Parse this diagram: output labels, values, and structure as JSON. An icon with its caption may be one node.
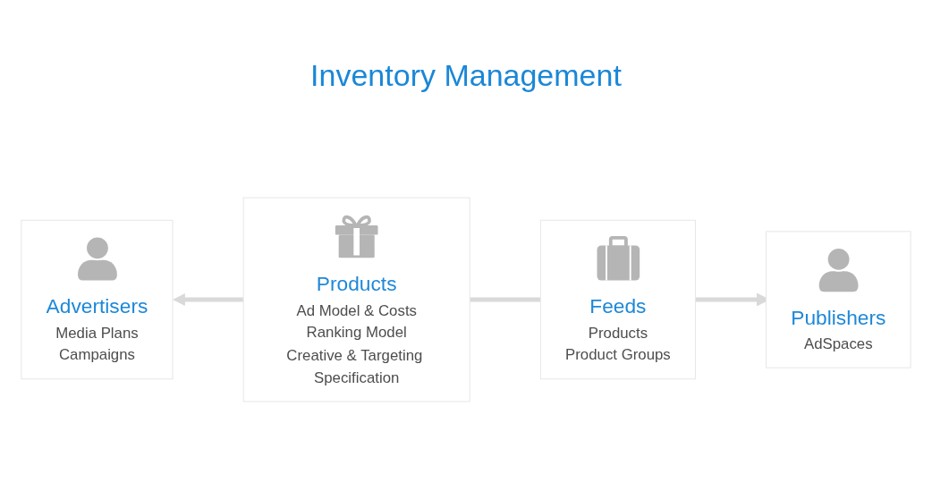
{
  "diagram": {
    "title": "Inventory Management",
    "nodes": [
      {
        "text": [
          "Advertisers",
          "Media Plans",
          "Campaigns"
        ]
      },
      {
        "text": [
          "Products",
          "Ad Model & Costs",
          "Ranking Model",
          "Creative & Targeting Specification"
        ]
      },
      {
        "text": [
          "Feeds",
          "Products",
          "Product Groups"
        ]
      },
      {
        "text": [
          "Publishers",
          "AdSpaces"
        ]
      }
    ],
    "edges": [
      {
        "from": 1,
        "to": 0,
        "arrow": "to"
      },
      {
        "from": 1,
        "to": 2,
        "arrow": "none"
      },
      {
        "from": 2,
        "to": 3,
        "arrow": "to"
      }
    ]
  }
}
